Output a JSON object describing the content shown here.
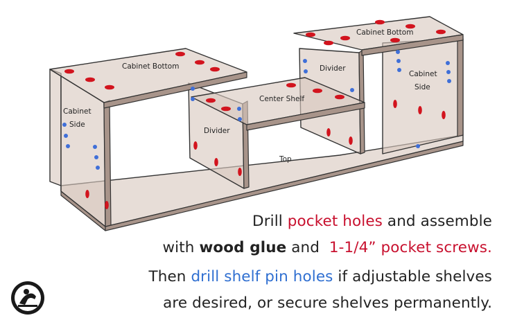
{
  "labels": {
    "cabinet_bottom_left": "Cabinet Bottom",
    "cabinet_bottom_right": "Cabinet Bottom",
    "cabinet_side_left_line1": "Cabinet",
    "cabinet_side_left_line2": "Side",
    "cabinet_side_right_line1": "Cabinet",
    "cabinet_side_right_line2": "Side",
    "center_shelf": "Center Shelf",
    "divider_left": "Divider",
    "divider_right": "Divider",
    "top": "Top"
  },
  "instructions": {
    "line1": {
      "part1": "Drill ",
      "part2": "pocket holes",
      "part3": " and assemble"
    },
    "line2": {
      "part1": "with ",
      "part2": "wood glue",
      "part3": " and  ",
      "part4": "1-1/4” pocket screws."
    },
    "line3": {
      "part1": "Then ",
      "part2": "drill shelf pin holes",
      "part3": " if adjustable shelves"
    },
    "line4": {
      "part1": "are desired, or secure shelves permanently."
    }
  },
  "colors": {
    "panel": "#dccbc2",
    "panel_edge": "#b8a69b",
    "outline": "#333333",
    "pocket_hole": "#d2141e",
    "shelf_pin": "#3f6fd8",
    "text_red": "#c8102e",
    "text_blue": "#2f6fd1"
  },
  "icons": {
    "logo": "woodworker-logo-icon"
  }
}
